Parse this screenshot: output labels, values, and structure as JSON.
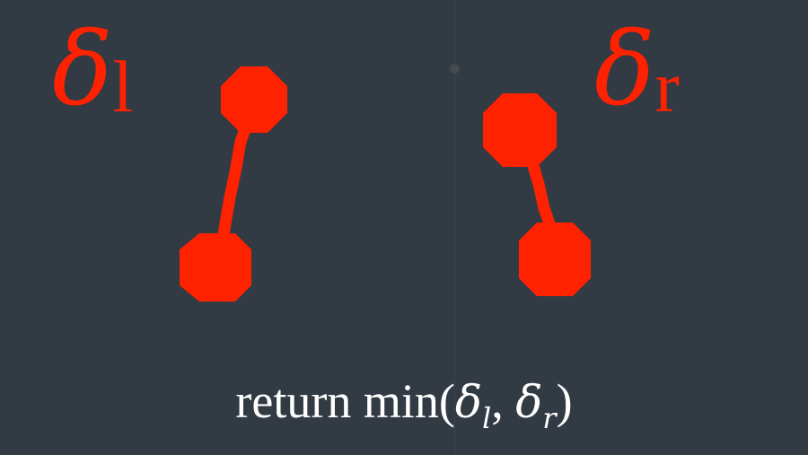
{
  "colors": {
    "background": "#323a44",
    "accent": "#ff2200",
    "text": "#ffffff"
  },
  "labels": {
    "left": {
      "symbol": "δ",
      "subscript": "l"
    },
    "right": {
      "symbol": "δ",
      "subscript": "r"
    }
  },
  "bottom": {
    "keyword": "return",
    "func_open": "min(",
    "arg1_symbol": "δ",
    "arg1_sub": "l",
    "separator": ", ",
    "arg2_symbol": "δ",
    "arg2_sub": "r",
    "close": ")"
  }
}
